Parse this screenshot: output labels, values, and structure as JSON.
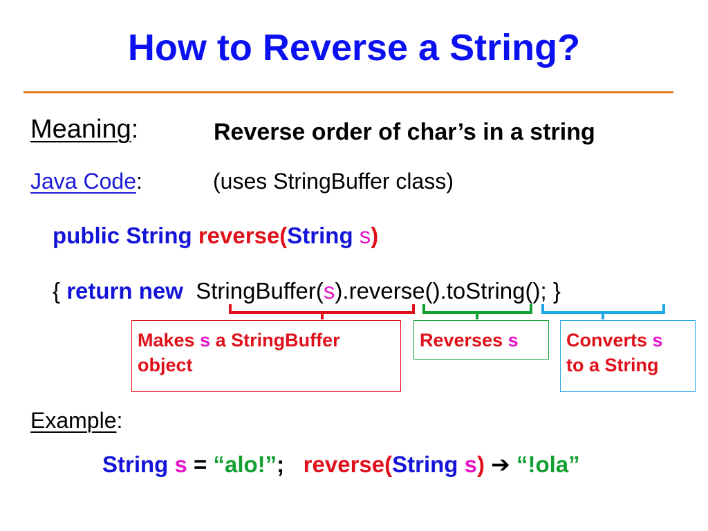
{
  "title": "How to Reverse a String?",
  "meaning": {
    "label": "Meaning",
    "colon": ":",
    "description": "Reverse order of char’s in a string"
  },
  "java_code": {
    "label": "Java Code",
    "colon": ":",
    "description": "(uses StringBuffer class)"
  },
  "code_line1": {
    "public_string": "public String",
    "reverse_open": "reverse(",
    "param_type": "String",
    "param": "s",
    "close": ")"
  },
  "code_line2": {
    "open_brace": "{",
    "keywords": "return new",
    "sb_open": "StringBuffer(",
    "sb_arg": "s",
    "sb_close": ")",
    "reverse_call": ".reverse()",
    "tostring_call": ".toString();",
    "close_brace": "}"
  },
  "annotations": {
    "stringbuffer": {
      "prefix": "Makes",
      "var": "s",
      "line1_rest": "a StringBuffer",
      "line2": "object"
    },
    "reverses": {
      "text": "Reverses",
      "var": "s"
    },
    "converts": {
      "text": "Converts",
      "var": "s",
      "line2": "to a String"
    }
  },
  "example": {
    "label": "Example",
    "colon": ":",
    "decl_type": "String",
    "decl_var": "s",
    "equals": "=",
    "value": "“alo!”",
    "semicolon": ";",
    "call_open": "reverse(",
    "call_type": "String",
    "call_var": "s",
    "call_close": ")",
    "arrow_icon": "➔",
    "result": "“!ola”"
  },
  "colors": {
    "title_blue": "#0a10f0",
    "rule_orange": "#e4791d",
    "keyword_blue": "#1414d8",
    "method_red": "#e0101a",
    "var_magenta": "#e414c8",
    "string_green": "#12a032",
    "bracket_cyan": "#1ea6e6"
  }
}
